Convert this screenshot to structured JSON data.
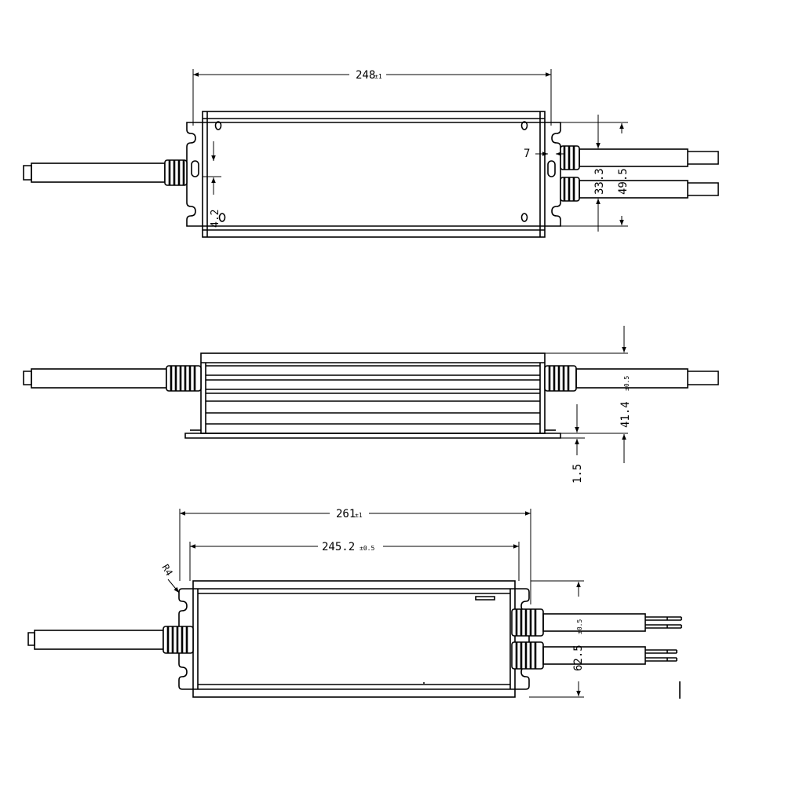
{
  "drawing": {
    "top_view": {
      "overall_length": "248",
      "overall_length_tol": "±1",
      "hole_dim": "4.2",
      "slot_dim": "7",
      "cable_spacing": "33.3",
      "cable_span": "49.5"
    },
    "side_view": {
      "height": "41.4",
      "height_tol": "±0.5",
      "flange_thickness": "1.5"
    },
    "bottom_view": {
      "overall_length": "261",
      "overall_length_tol": "±1",
      "body_length": "245.2",
      "body_length_tol": "±0.5",
      "corner_radius": "R4",
      "width": "62.5",
      "width_tol": "±0.5"
    }
  }
}
